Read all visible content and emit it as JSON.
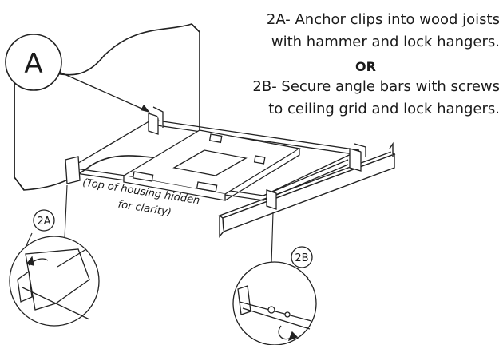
{
  "instructions": {
    "step_2a_line1": "2A- Anchor clips into wood joists",
    "step_2a_line2": "with hammer and lock hangers.",
    "or": "OR",
    "step_2b_line1": "2B- Secure angle bars with screws",
    "step_2b_line2": "to ceiling grid and lock hangers."
  },
  "callouts": {
    "a": "A",
    "step_2a": "2A",
    "step_2b": "2B"
  },
  "note": {
    "line1": "(Top of housing hidden",
    "line2": "for clarity)"
  }
}
